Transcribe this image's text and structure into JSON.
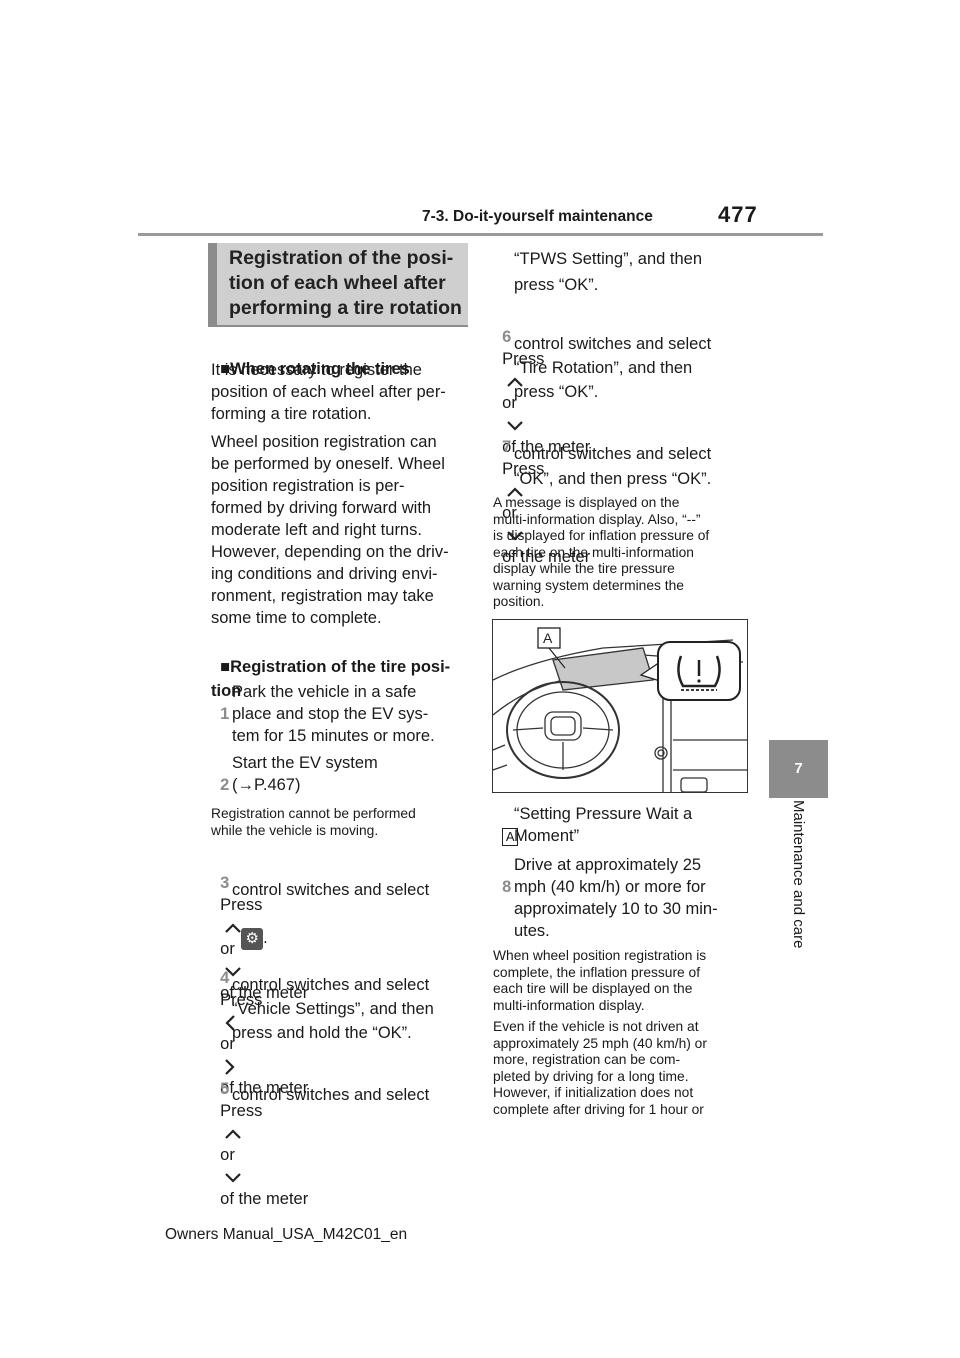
{
  "header": {
    "section": "7-3. Do-it-yourself maintenance",
    "page_number": "477"
  },
  "side_tab": {
    "chapter_number": "7",
    "chapter_title": "Maintenance and care"
  },
  "heading": "Registration of the posi-\ntion of each wheel after\nperforming a tire rotation",
  "left": {
    "sub1": "When rotating the tires",
    "p1": "It is necessary to register the\nposition of each wheel after per-\nforming a tire rotation.",
    "p2": "Wheel position registration can\nbe performed by oneself. Wheel\nposition registration is per-\nformed by driving forward with\nmoderate left and right turns.\nHowever, depending on the driv-\ning conditions and driving envi-\nronment, registration may take\nsome time to complete.",
    "sub2": "Registration of the tire posi-\ntion",
    "step1_num": "1",
    "step1": "Park the vehicle in a safe\nplace and stop the EV sys-\ntem for 15 minutes or more.",
    "step2_num": "2",
    "step2a": "Start the EV system",
    "step2b": "(→P.467)",
    "note1": "Registration cannot be performed\nwhile the vehicle is moving.",
    "step3_num": "3",
    "step3a_pre": "Press",
    "or": "or",
    "step3a_post": "of the meter",
    "step3b": "control switches and select",
    "step3c": ".",
    "step4_num": "4",
    "step4a_pre": "Press",
    "step4a_post": "of the meter",
    "step4b": "control switches and select\n“Vehicle Settings”, and then\npress and hold the “OK”.",
    "step5_num": "5",
    "step5a_pre": "Press",
    "step5a_post": "of the meter",
    "step5b": "control switches and select"
  },
  "right": {
    "cont": "“TPWS Setting”, and then\npress “OK”.",
    "step6_num": "6",
    "step6a_pre": "Press",
    "step6a_post": "of the meter",
    "step6b": "control switches and select\n“Tire Rotation”, and then\npress “OK”.",
    "step7_num": "7",
    "step7a_pre": "Press",
    "step7a_post": "of the meter",
    "step7b": "control switches and select\n“OK”, and then press “OK”.",
    "note2": "A message is displayed on the\nmulti-information display. Also, “--”\nis displayed for inflation pressure of\neach tire on the multi-information\ndisplay while the tire pressure\nwarning system determines the\nposition.",
    "figure_callout": "A",
    "callout_label": "A",
    "callout_text": "“Setting Pressure Wait a\nMoment”",
    "step8_num": "8",
    "step8": "Drive at approximately 25\nmph (40 km/h) or more for\napproximately 10 to 30 min-\nutes.",
    "note3": "When wheel position registration is\ncomplete, the inflation pressure of\neach tire will be displayed on the\nmulti-information display.",
    "note4": "Even if the vehicle is not driven at\napproximately 25 mph (40 km/h) or\nmore, registration can be com-\npleted by driving for a long time.\nHowever, if initialization does not\ncomplete after driving for 1 hour or"
  },
  "footer": "Owners Manual_USA_M42C01_en",
  "icons": {
    "up": "chevron-up-icon",
    "down": "chevron-down-icon",
    "left": "chevron-left-icon",
    "right": "chevron-right-icon",
    "settings": "settings-gear-icon",
    "tpms": "tire-pressure-warning-icon"
  }
}
